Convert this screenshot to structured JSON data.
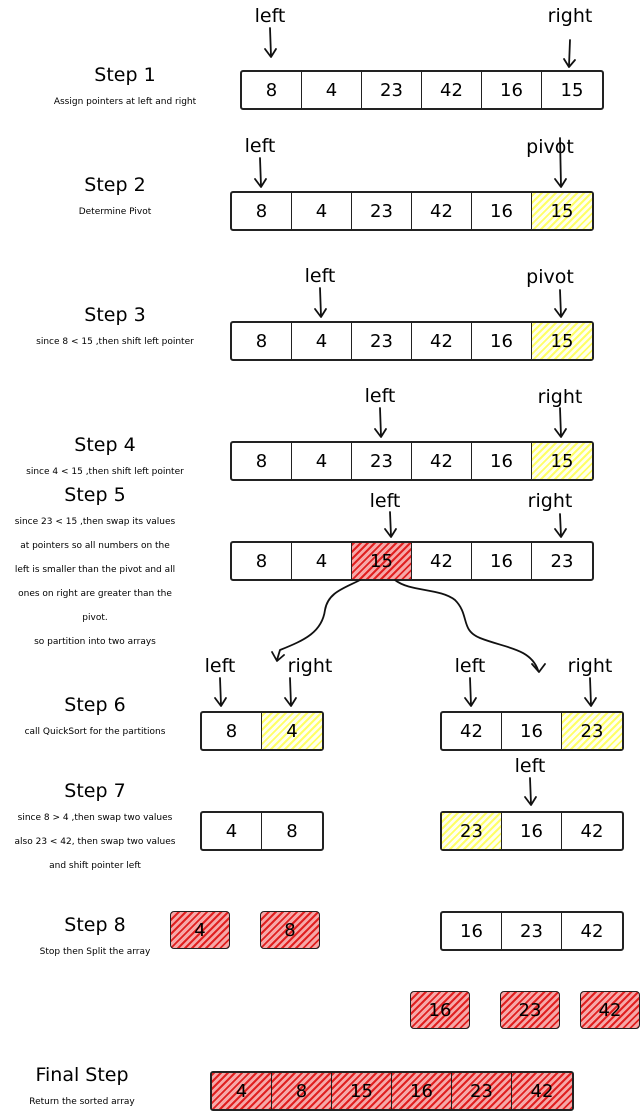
{
  "labels": {
    "left": "left",
    "right": "right",
    "pivot": "pivot"
  },
  "steps": [
    {
      "title": "Step 1",
      "desc": [
        "Assign pointers at left and right"
      ]
    },
    {
      "title": "Step 2",
      "desc": [
        "Determine Pivot"
      ]
    },
    {
      "title": "Step 3",
      "desc": [
        "since 8 < 15 ,then shift left pointer"
      ]
    },
    {
      "title": "Step 4",
      "desc": [
        "since 4 < 15 ,then shift left pointer"
      ]
    },
    {
      "title": "Step 5",
      "desc": [
        "since 23 < 15 ,then swap its values",
        "at pointers so all numbers on the",
        "left is smaller than the pivot and all",
        "ones on right are greater than the",
        "pivot.",
        "so partition into two arrays"
      ]
    },
    {
      "title": "Step 6",
      "desc": [
        "call QuickSort for the partitions"
      ]
    },
    {
      "title": "Step 7",
      "desc": [
        "since 8 > 4 ,then swap two values",
        "also 23 < 42, then swap two values",
        "and shift pointer left"
      ]
    },
    {
      "title": "Step 8",
      "desc": [
        "Stop then Split the array"
      ]
    },
    {
      "title": "Final Step",
      "desc": [
        "Return the sorted array"
      ]
    }
  ],
  "arrays": {
    "s1": [
      "8",
      "4",
      "23",
      "42",
      "16",
      "15"
    ],
    "s2": [
      "8",
      "4",
      "23",
      "42",
      "16",
      "15"
    ],
    "s3": [
      "8",
      "4",
      "23",
      "42",
      "16",
      "15"
    ],
    "s4": [
      "8",
      "4",
      "23",
      "42",
      "16",
      "15"
    ],
    "s5": [
      "8",
      "4",
      "15",
      "42",
      "16",
      "23"
    ],
    "s6a": [
      "8",
      "4"
    ],
    "s6b": [
      "42",
      "16",
      "23"
    ],
    "s7a": [
      "4",
      "8"
    ],
    "s7b": [
      "23",
      "16",
      "42"
    ],
    "s8b": [
      "16",
      "23",
      "42"
    ],
    "final": [
      "4",
      "8",
      "15",
      "16",
      "23",
      "42"
    ]
  },
  "singles": {
    "s8a": [
      "4",
      "8"
    ],
    "split": [
      "16",
      "23",
      "42"
    ]
  },
  "colors": {
    "highlight": "#ffff66",
    "sorted": "#e02020",
    "stroke": "#222222"
  }
}
